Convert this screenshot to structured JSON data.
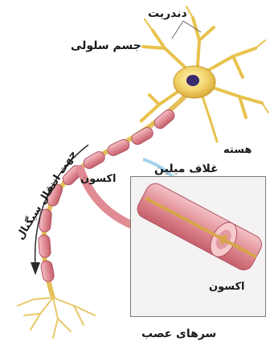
{
  "labels": {
    "dendrite": "دندریت",
    "cell_body": "جسم سلولی",
    "nucleus": "هسته",
    "myelin_sheath": "غلاف میلین",
    "axon": "اکسون",
    "axon_inset": "اکسون",
    "signal_direction": "جهت انتقال سیگنال",
    "nerve_terminals": "سرهای عصب"
  },
  "colors": {
    "background": "#ffffff",
    "cell_body": "#f2d36b",
    "nucleus": "#3a2b6e",
    "myelin": "#e8a3a8",
    "axon_core": "#d7a64a",
    "inset_background": "#f4f2f3",
    "arrow": "#9fd2ee"
  }
}
